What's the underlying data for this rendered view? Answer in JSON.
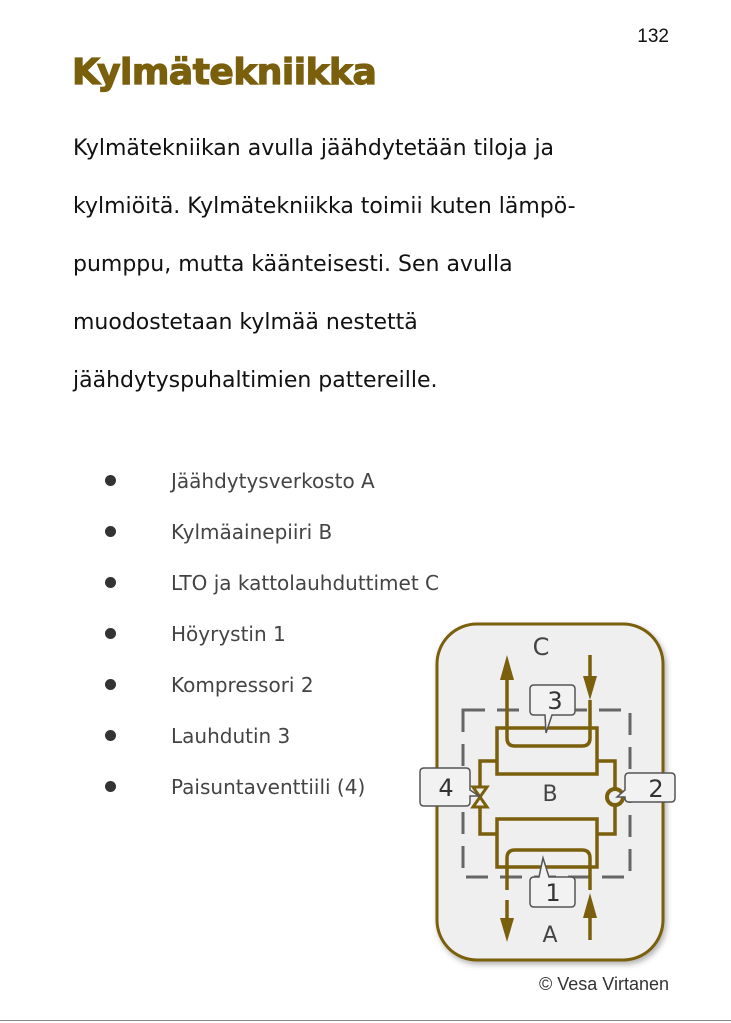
{
  "page_number": "132",
  "title": "Kylmätekniikka",
  "paragraph_lines": [
    "Kylmätekniikan avulla jäähdytetään tiloja ja",
    "kylmiöitä. Kylmätekniikka toimii kuten lämpö-",
    "pumppu, mutta käänteisesti. Sen avulla",
    "muodostetaan kylmää nestettä",
    "jäähdytyspuhaltimien pattereille."
  ],
  "bullets": [
    "Jäähdytysverkosto A",
    "Kylmäainepiiri B",
    "LTO ja kattolauhduttimet C",
    "Höyrystin 1",
    "Kompressori 2",
    "Lauhdutin 3",
    "Paisuntaventtiili (4)"
  ],
  "diagram": {
    "labels": {
      "c": "C",
      "b": "B",
      "a": "A"
    },
    "callouts": {
      "one": "1",
      "two": "2",
      "three": "3",
      "four": "4"
    }
  },
  "copyright": "© Vesa Virtanen",
  "colors": {
    "accent": "#7a5f0c",
    "diagram_bg": "#efefef",
    "dash": "#666666"
  }
}
